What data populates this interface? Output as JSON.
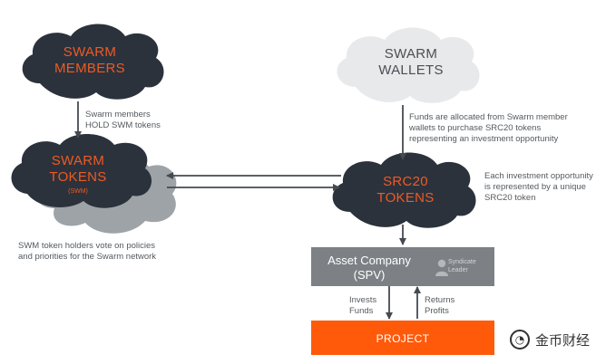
{
  "clouds": {
    "swarm_members": {
      "line1": "SWARM",
      "line2": "MEMBERS"
    },
    "swarm_wallets": {
      "line1": "SWARM",
      "line2": "WALLETS"
    },
    "swarm_tokens": {
      "line1": "SWARM",
      "line2": "TOKENS",
      "line3": "(SWM)"
    },
    "src20_tokens": {
      "line1": "SRC20",
      "line2": "TOKENS"
    }
  },
  "notes": {
    "members_hold": [
      "Swarm members",
      "HOLD SWM tokens"
    ],
    "funds_allocated": [
      "Funds are allocated from Swarm member",
      "wallets to purchase SRC20 tokens",
      "representing an investment opportunity"
    ],
    "each_opportunity": [
      "Each investment opportunity",
      "is represented by a unique",
      "SRC20 token"
    ],
    "swm_vote": [
      "SWM token holders vote on policies",
      "and priorities for the  Swarm network"
    ]
  },
  "asset_company": {
    "line1": "Asset Company",
    "line2": "(SPV)",
    "syndicate": [
      "Syndicate",
      "Leader"
    ]
  },
  "flows": {
    "invests": [
      "Invests",
      "Funds"
    ],
    "returns": [
      "Returns",
      "Profits"
    ]
  },
  "project": {
    "label": "PROJECT"
  },
  "watermark": {
    "text": "金币财经"
  },
  "colors": {
    "dark_cloud": "#2b323c",
    "light_cloud": "#e7e9eb",
    "shadow_cloud": "#9ea3a8",
    "cloud_text": "#ee5a24",
    "wallet_text": "#4a4f54",
    "asset_box": "#7d8185",
    "project_box": "#ff5a0a",
    "arrow": "#454a50"
  }
}
